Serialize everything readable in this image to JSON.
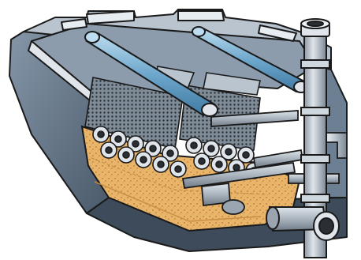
{
  "colors": {
    "background": "#ffffff",
    "outline": "#1a1a1a",
    "housing_slate": "#6d7f92",
    "housing_light": "#b9c4cf",
    "housing_dark": "#3d4b5a",
    "media_sand": "#e9b56a",
    "media_sand_dark": "#c98d43",
    "perforated_pipe": "#9aa5b1",
    "pipe_light": "#d6dde4",
    "blue_distribution_pipe": "#6ea7cc",
    "blue_pipe_light": "#bcdcef"
  },
  "components": [
    "concrete-housing",
    "sand-filter-media",
    "perforated-drain-pipes",
    "blue-distribution-pipes",
    "vertical-riser-pipe",
    "outlet-pipe"
  ]
}
